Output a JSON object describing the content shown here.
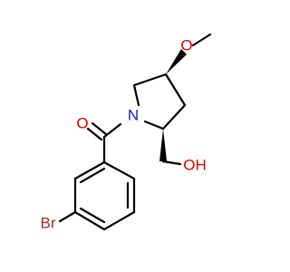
{
  "colors": {
    "bond": "#000000",
    "carbon": "#000000",
    "nitrogen": "#1a1ac8",
    "oxygen": "#e00000",
    "bromine": "#a52a2a"
  },
  "atoms": {
    "carbonyl_oxygen": "O",
    "ring_nitrogen": "N",
    "methoxy_oxygen": "O",
    "hydroxyl_group": "OH",
    "bromine": "Br"
  }
}
